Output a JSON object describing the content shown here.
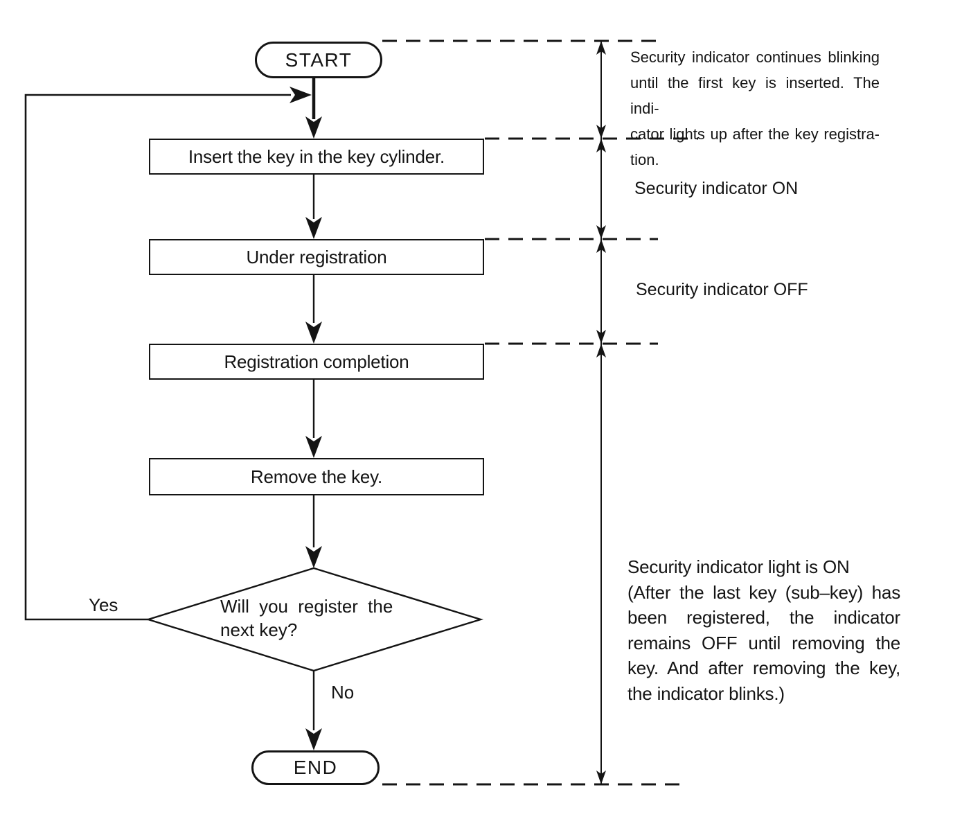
{
  "flowchart": {
    "start_label": "START",
    "steps": [
      "Insert the key in the key cylinder.",
      "Under registration",
      "Registration completion",
      "Remove the key."
    ],
    "decision": {
      "question_line1": "Will you register the",
      "question_line2": "next key?",
      "yes_label": "Yes",
      "no_label": "No"
    },
    "end_label": "END"
  },
  "annotations": {
    "blinking_note_lines": [
      "Security indicator continues blinking",
      "until the first key is inserted. The indi-",
      "cator lights up after the key registra-",
      "tion."
    ],
    "indicator_on_label": "Security indicator ON",
    "indicator_off_label": "Security indicator OFF",
    "light_on_note_lines": [
      "Security indicator light is ON",
      "(After the last key (sub–key) has",
      "been registered, the indicator",
      "remains OFF until removing the",
      "key. And after removing the key,",
      "the indicator blinks.)"
    ]
  },
  "colors": {
    "ink": "#141414",
    "paper": "#ffffff"
  }
}
